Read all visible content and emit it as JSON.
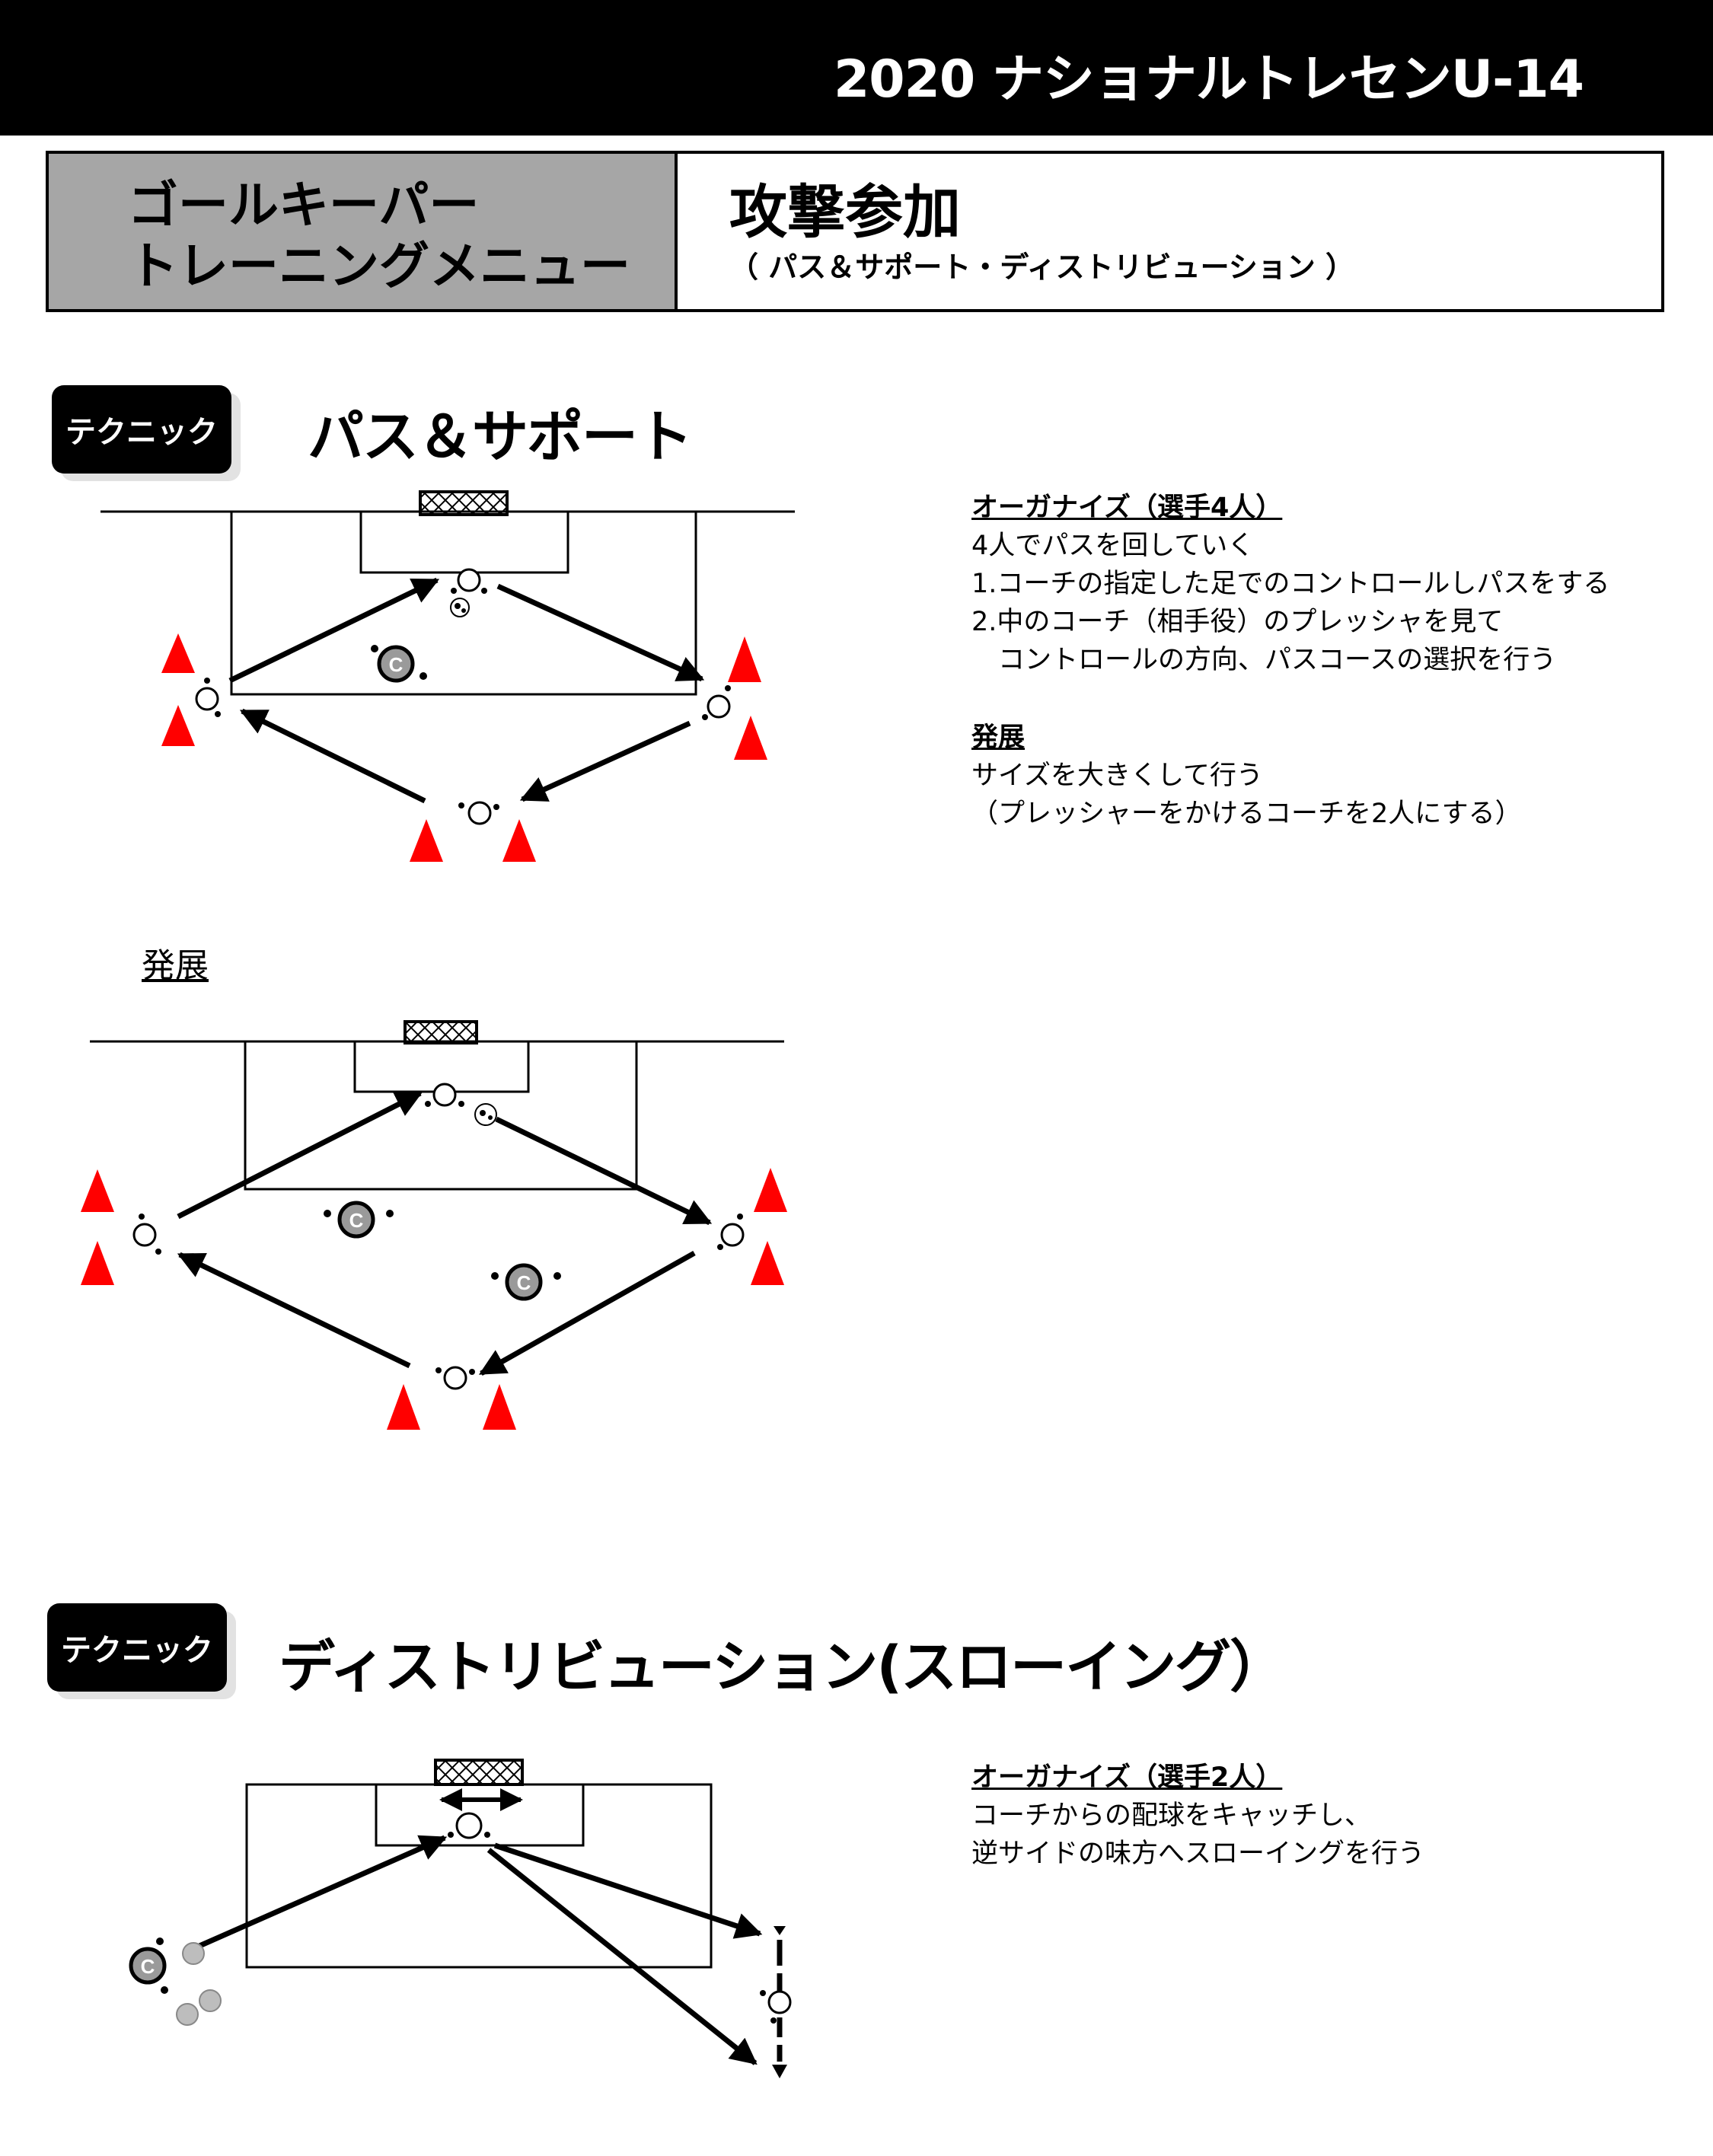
{
  "header": {
    "top_title": "2020 ナショナルトレセンU-14",
    "left_line1": "ゴールキーパー",
    "left_line2": "トレーニングメニュー",
    "main_title": "攻撃参加",
    "main_subtitle": "（ パス＆サポート・ディストリビューション ）"
  },
  "section1": {
    "badge": "テクニック",
    "title": "パス＆サポート",
    "organize_heading": "オーガナイズ（選手4人）",
    "organize_lines": [
      "4人でパスを回していく",
      "1.コーチの指定した足でのコントロールしパスをする",
      "2.中のコーチ（相手役）のプレッシャを見て",
      "　コントロールの方向、パスコースの選択を行う"
    ],
    "development_heading": "発展",
    "development_lines": [
      "サイズを大きくして行う",
      "（プレッシャーをかけるコーチを2人にする）"
    ],
    "development_label": "発展"
  },
  "section2": {
    "badge": "テクニック",
    "title": "ディストリビューション(スローイング）",
    "organize_heading": "オーガナイズ（選手2人）",
    "organize_lines": [
      "コーチからの配球をキャッチし、",
      "逆サイドの味方へスローイングを行う"
    ]
  },
  "diagram_symbols": {
    "coach_marker": "C",
    "cone_color": "#ff0000",
    "coach_fill": "#9a9a9a"
  }
}
